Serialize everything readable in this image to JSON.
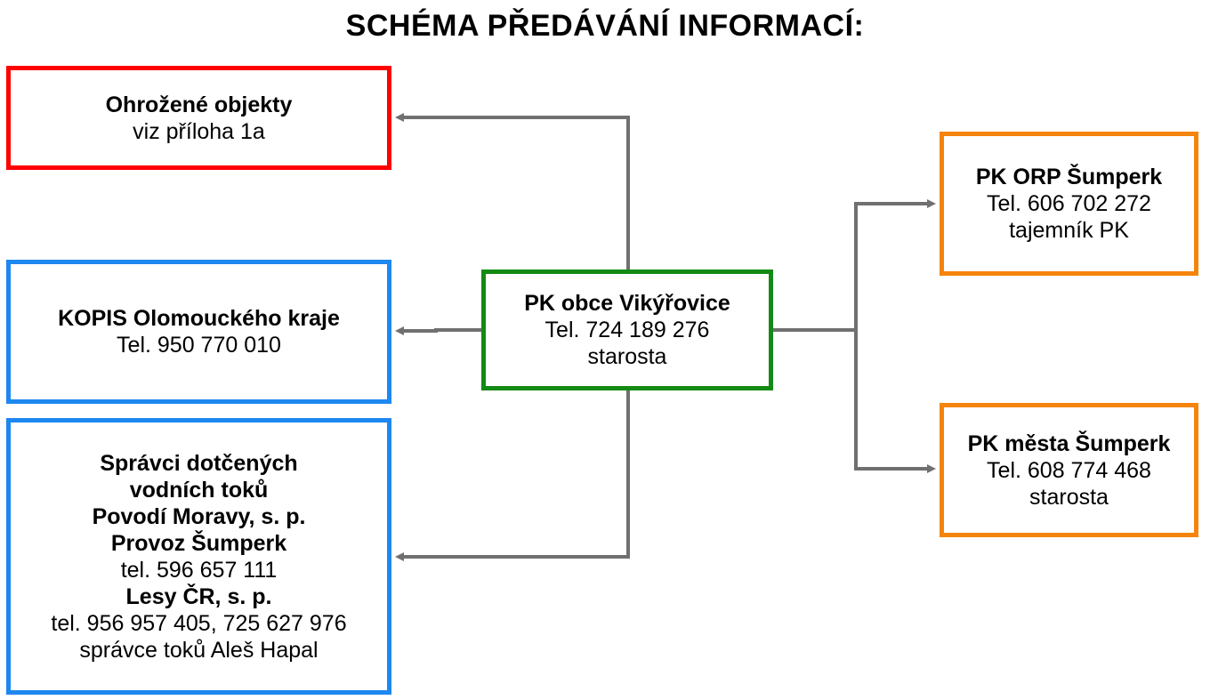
{
  "title": "SCHÉMA PŘEDÁVÁNÍ INFORMACÍ:",
  "colors": {
    "red": "#ff0000",
    "blue": "#1e87f0",
    "green": "#138a13",
    "orange": "#f5840c",
    "connector": "#707070"
  },
  "nodes": {
    "ohrozene": {
      "name": "Ohrožené objekty",
      "note": "viz příloha 1a"
    },
    "kopis": {
      "name": "KOPIS Olomouckého kraje",
      "phone": "Tel. 950 770 010"
    },
    "spravci": {
      "line1": "Správci dotčených",
      "line2": "vodních toků",
      "line3": "Povodí Moravy, s. p.",
      "line4": "Provoz Šumperk",
      "line5": "tel. 596 657 111",
      "line6": "Lesy ČR, s. p.",
      "line7": "tel. 956 957 405, 725 627 976",
      "line8": "správce toků Aleš Hapal"
    },
    "center": {
      "name": "PK obce Vikýřovice",
      "phone": "Tel. 724 189 276",
      "role": "starosta"
    },
    "orp": {
      "name": "PK ORP Šumperk",
      "phone": "Tel. 606 702 272",
      "role": "tajemník PK"
    },
    "mesto": {
      "name": "PK města Šumperk",
      "phone": "Tel. 608 774 468",
      "role": "starosta"
    }
  },
  "edges": [
    {
      "from": "center",
      "to": "ohrozene"
    },
    {
      "from": "center",
      "to": "kopis"
    },
    {
      "from": "center",
      "to": "spravci"
    },
    {
      "from": "center",
      "to": "orp"
    },
    {
      "from": "center",
      "to": "mesto"
    }
  ]
}
